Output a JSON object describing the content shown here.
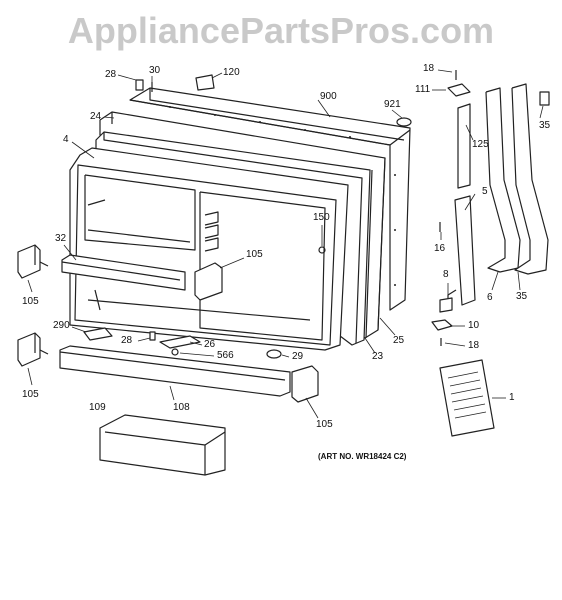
{
  "watermark": "AppliancePartsPros.com",
  "art_number": "(ART NO. WR18424 C2)",
  "callouts": {
    "c28a": "28",
    "c30": "30",
    "c120": "120",
    "c900": "900",
    "c921": "921",
    "c18a": "18",
    "c111": "111",
    "c35a": "35",
    "c125": "125",
    "c24": "24",
    "c4": "4",
    "c5": "5",
    "c150": "150",
    "c16": "16",
    "c32": "32",
    "c105a": "105",
    "c105b": "105",
    "c8": "8",
    "c6": "6",
    "c35b": "35",
    "c290": "290",
    "c28b": "28",
    "c26": "26",
    "c10": "10",
    "c566": "566",
    "c29": "29",
    "c25": "25",
    "c23": "23",
    "c18b": "18",
    "c105c": "105",
    "c1": "1",
    "c108": "108",
    "c109": "109",
    "c105d": "105"
  },
  "colors": {
    "line": "#222222",
    "watermark": "#c9c9c9",
    "background": "#ffffff"
  }
}
